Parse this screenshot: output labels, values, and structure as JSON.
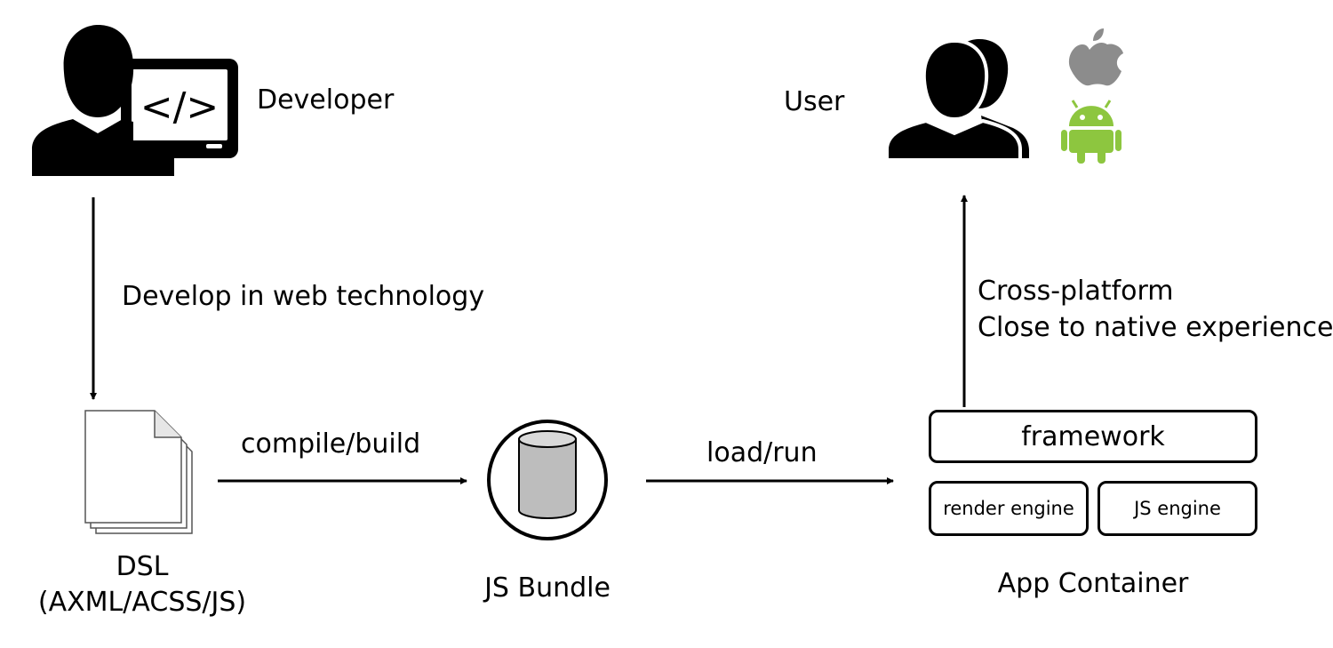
{
  "actors": {
    "developer": {
      "label": "Developer",
      "icon": "developer-laptop-icon"
    },
    "user": {
      "label": "User",
      "icon": "users-icon"
    },
    "platforms": [
      {
        "icon": "apple-icon",
        "color": "#8c8c8c"
      },
      {
        "icon": "android-icon",
        "color": "#8dc63f"
      }
    ]
  },
  "nodes": {
    "dsl": {
      "title": "DSL",
      "subtitle": "(AXML/ACSS/JS)",
      "icon": "documents-icon"
    },
    "bundle": {
      "title": "JS Bundle",
      "icon": "database-icon"
    },
    "container": {
      "title": "App Container",
      "framework": "framework",
      "render_engine": "render engine",
      "js_engine": "JS engine"
    }
  },
  "edges": {
    "develop": "Develop in web technology",
    "compile": "compile/build",
    "load": "load/run",
    "benefit_line1": "Cross-platform",
    "benefit_line2": "Close to native experience"
  }
}
